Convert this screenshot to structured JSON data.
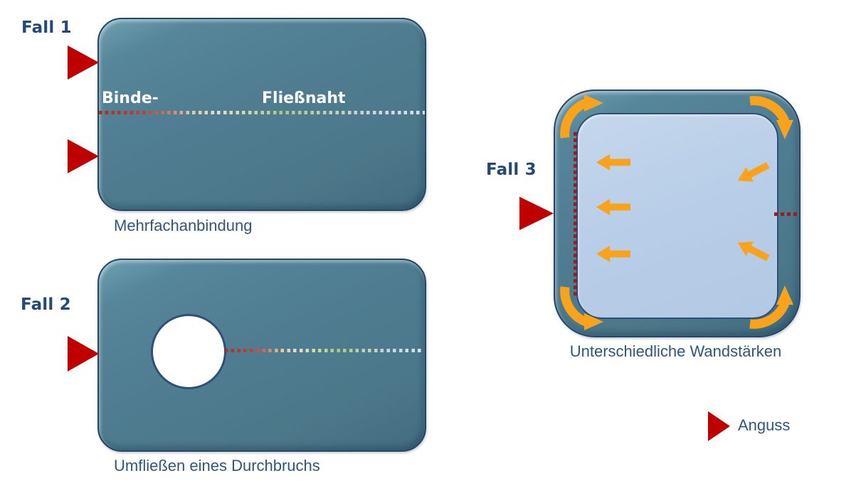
{
  "palette": {
    "navy_text": "#234a77",
    "caption_text": "#2f567d",
    "plate_fill": "#507e92",
    "plate_border": "#234669",
    "inner_fill": "#b9cee8",
    "inner_border": "#2e5078",
    "gate_red": "#c00000",
    "flow_orange": "#f9a21b",
    "weld_red": "#9b1c20",
    "weld_label": "#ffffff",
    "weld_gradient": [
      "#b42c20 0%",
      "#c63c2d 14%",
      "#da7258 21%",
      "#e7c69e 28%",
      "#e6e0c4 36%",
      "#cedca6 46%",
      "#a9c97e 56%",
      "#bbd0a2 66%",
      "#c7d3c2 76%",
      "#cdd9de 86%",
      "#dae3ed 100%"
    ]
  },
  "cases": [
    {
      "label": "Fall 1",
      "caption": "Mehrfachanbindung",
      "weld_left": "Binde-",
      "weld_right": "Fließnaht"
    },
    {
      "label": "Fall 2",
      "caption": "Umfließen eines Durchbruchs"
    },
    {
      "label": "Fall 3",
      "caption": "Unterschiedliche Wandstärken"
    }
  ],
  "legend": {
    "label": "Anguss"
  }
}
